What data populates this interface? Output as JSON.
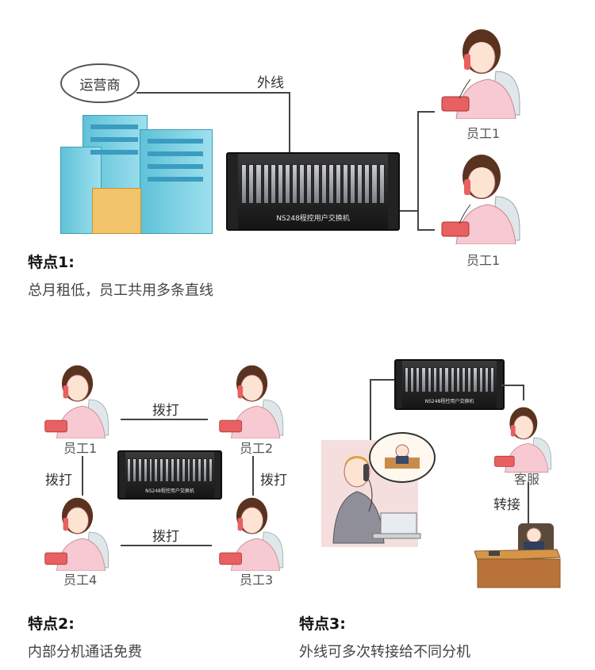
{
  "section1": {
    "cloud_label": "运营商",
    "line_label": "外线",
    "switch_text": "NS248程控用户交换机",
    "employee_top": "员工1",
    "employee_bottom": "员工1",
    "feature_title": "特点1:",
    "feature_desc": "总月租低，员工共用多条直线"
  },
  "section2": {
    "employee1": "员工1",
    "employee2": "员工2",
    "employee3": "员工3",
    "employee4": "员工4",
    "dial_top": "拨打",
    "dial_left": "拨打",
    "dial_right": "拨打",
    "dial_bottom": "拨打",
    "switch_text": "NS248程控用户交换机",
    "feature_title": "特点2:",
    "feature_desc": "内部分机通话免费"
  },
  "section3": {
    "service_label": "客服",
    "transfer_label": "转接",
    "switch_text": "NS248程控用户交换机",
    "feature_title": "特点3:",
    "feature_desc": "外线可多次转接给不同分机"
  },
  "colors": {
    "building": "#5fc2d8",
    "hair": "#5a3220",
    "shirt_pink": "#f7c9d3",
    "phone_red": "#e86060",
    "switch_body": "#1e1e1e",
    "office_bg": "#f5dede"
  }
}
